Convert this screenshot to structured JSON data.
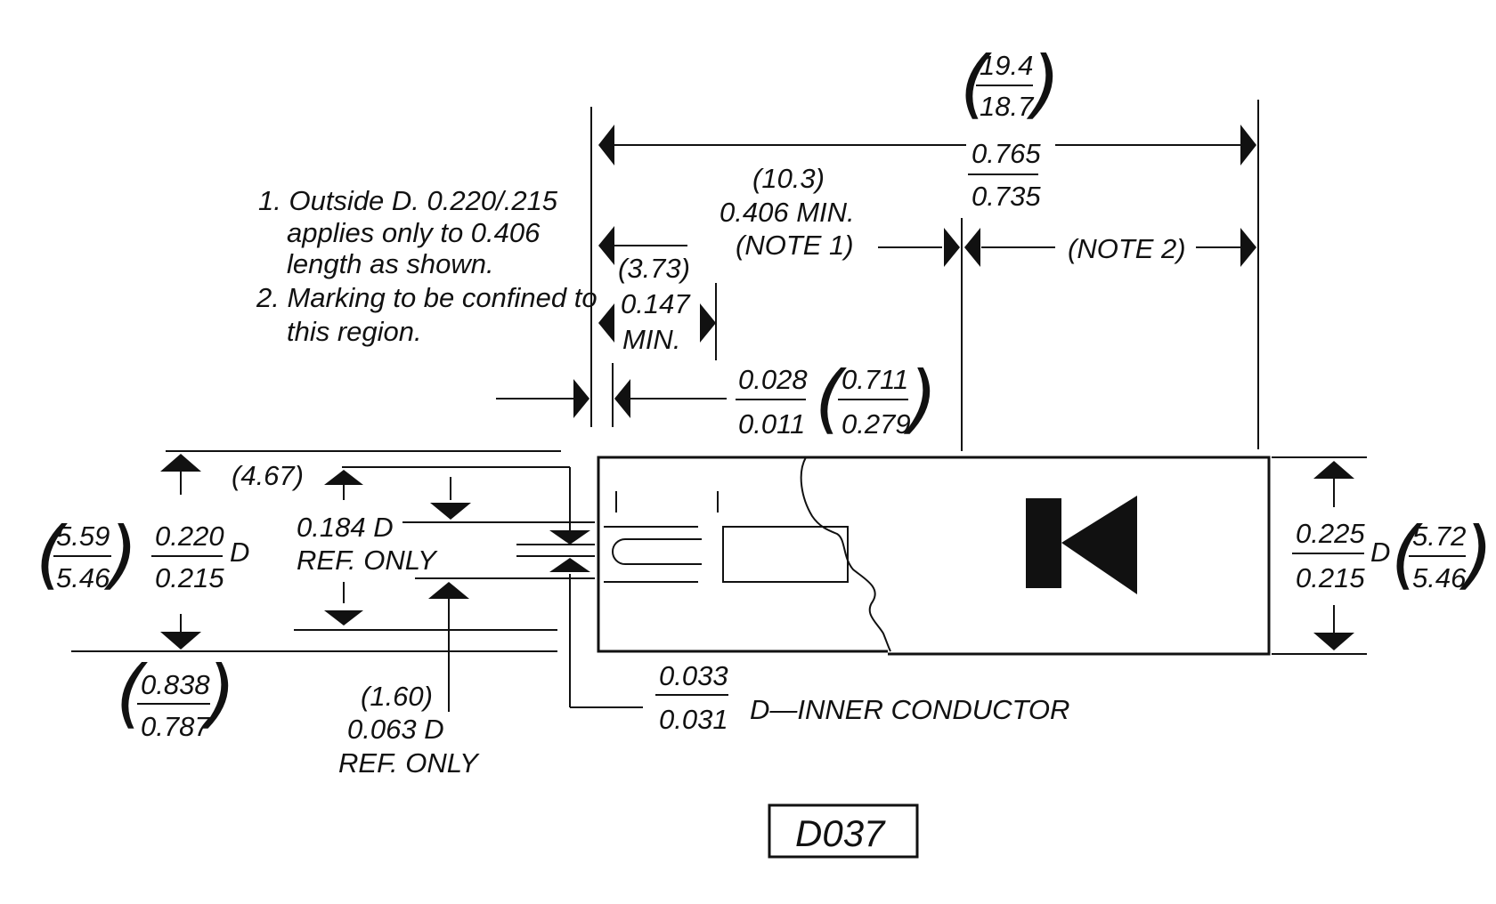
{
  "notes": {
    "n1_line1": "1. Outside D. 0.220/.215",
    "n1_line2": "applies only to 0.406",
    "n1_line3": "length as shown.",
    "n2_line1": "2. Marking to be confined to",
    "n2_line2": "this region."
  },
  "overall_length": {
    "mm_top": "19.4",
    "mm_bottom": "18.7",
    "in_top": "0.765",
    "in_bottom": "0.735"
  },
  "body_min": {
    "mm": "(10.3)",
    "in": "0.406 MIN.",
    "note": "(NOTE 1)"
  },
  "marking_region": {
    "note": "(NOTE 2)"
  },
  "slot_min": {
    "mm": "(3.73)",
    "in": "0.147",
    "suffix": "MIN."
  },
  "gap": {
    "in_top": "0.028",
    "in_bottom": "0.011",
    "mm_top": "0.711",
    "mm_bottom": "0.279"
  },
  "left_outer_d": {
    "mm_top": "5.59",
    "mm_bottom": "5.46",
    "in_top": "0.220",
    "in_bottom": "0.215",
    "suffix": "D"
  },
  "inner_d": {
    "mm": "(4.67)",
    "in": "0.184 D",
    "ref": "REF. ONLY"
  },
  "bottom_offset": {
    "mm_top": "0.838",
    "mm_bottom": "0.787"
  },
  "pin_d": {
    "mm": "(1.60)",
    "in": "0.063 D",
    "ref": "REF. ONLY"
  },
  "inner_conductor": {
    "in_top": "0.033",
    "in_bottom": "0.031",
    "label": "D—INNER CONDUCTOR"
  },
  "right_outer_d": {
    "in_top": "0.225",
    "in_bottom": "0.215",
    "suffix": "D",
    "mm_top": "5.72",
    "mm_bottom": "5.46"
  },
  "package_code": "D037"
}
